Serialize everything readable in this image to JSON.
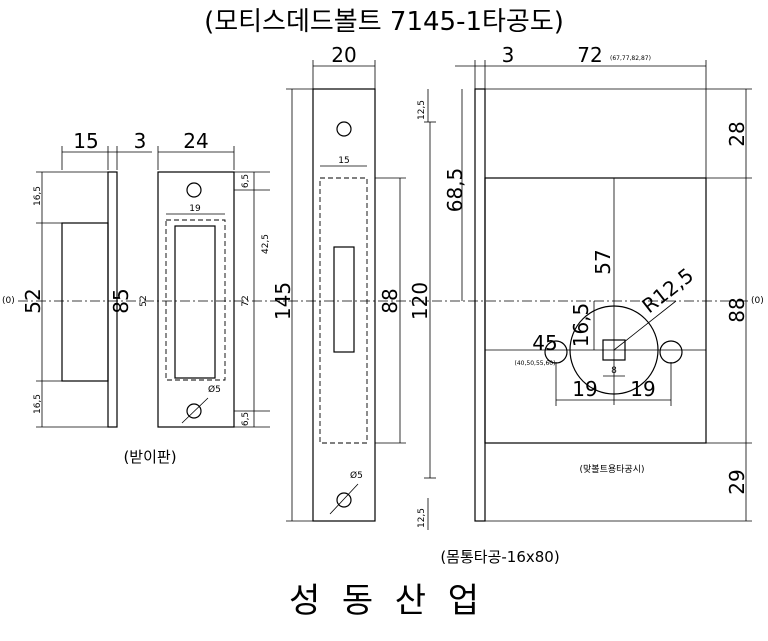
{
  "title": "(모티스데드볼트 7145-1타공도)",
  "captions": {
    "strike_plate": "(받이판)",
    "body_cutout": "(몸통타공-16x80)",
    "dead_bolt_drill": "(맞볼트용타공시)"
  },
  "footer": "성  동  산  업",
  "center_marks": {
    "left": "(0)",
    "right": "(0)"
  },
  "dims": {
    "w15": "15",
    "w3a": "3",
    "w24": "24",
    "w20": "20",
    "w3b": "3",
    "w72": "72",
    "w72_options": "(67,77,82,87)",
    "h16_5_top": "16,5",
    "h52_a": "52",
    "h16_5_bot": "16,5",
    "h85": "85",
    "h19": "19",
    "h52_b": "52",
    "h6_5_top": "6,5",
    "h42_5": "42,5",
    "h72": "72",
    "h6_5_bot": "6,5",
    "h145": "145",
    "h12_5_top": "12,5",
    "w15b": "15",
    "h88_a": "88",
    "h120": "120",
    "h12_5_bot": "12,5",
    "h68_5": "68,5",
    "h28": "28",
    "h57": "57",
    "h88_b": "88",
    "h29": "29",
    "h16_5_c": "16,5",
    "r12_5": "R12,5",
    "d45": "45",
    "d45_options": "(40,50,55,60)",
    "w8": "8",
    "w19a": "19",
    "w19b": "19",
    "screw_a": "Ø5",
    "screw_b": "Ø5"
  }
}
